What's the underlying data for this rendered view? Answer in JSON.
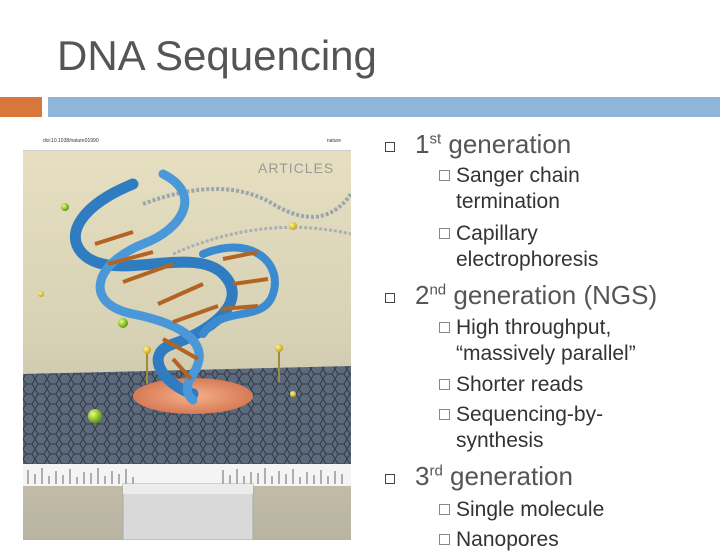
{
  "slide": {
    "title": "DNA Sequencing"
  },
  "figure": {
    "journal_ref": "doi:10.1038/nature01990",
    "journal_mark": "nature",
    "section_label": "ARTICLES"
  },
  "bullets": [
    {
      "head": "1",
      "sup": "st",
      "tail": " generation",
      "subs": [
        {
          "lines": [
            "Sanger chain",
            "termination"
          ]
        },
        {
          "lines": [
            "Capillary",
            "electrophoresis"
          ]
        }
      ]
    },
    {
      "head": "2",
      "sup": "nd",
      "tail": " generation (NGS)",
      "subs": [
        {
          "lines": [
            "High throughput,",
            "“massively parallel”"
          ]
        },
        {
          "lines": [
            "Shorter reads"
          ]
        },
        {
          "lines": [
            "Sequencing-by-",
            "synthesis"
          ]
        }
      ]
    },
    {
      "head": "3",
      "sup": "rd",
      "tail": " generation",
      "subs": [
        {
          "lines": [
            "Single molecule"
          ]
        },
        {
          "lines": [
            "Nanopores"
          ]
        }
      ]
    }
  ]
}
